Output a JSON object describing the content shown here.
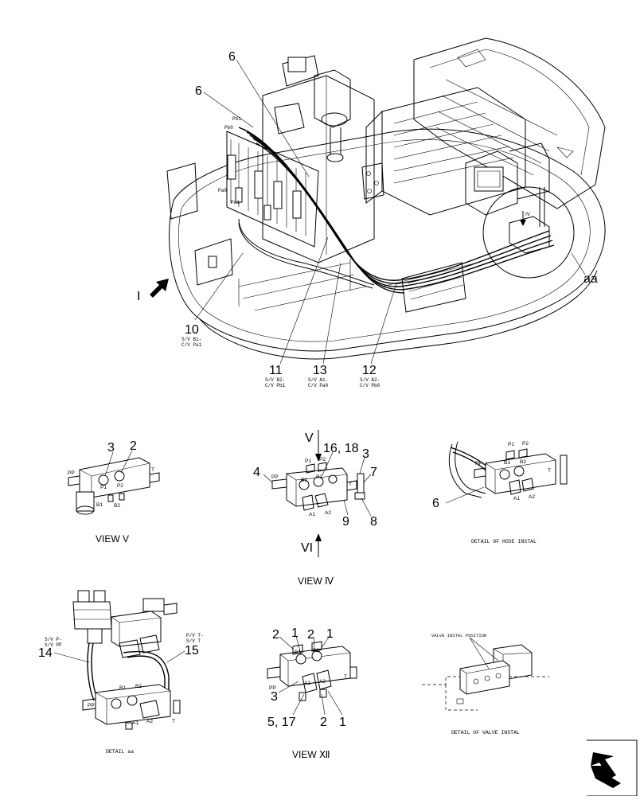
{
  "main": {
    "view_i_label": "I",
    "callout_aa": "aa",
    "callout_iv": "IV",
    "callouts": {
      "c6a": "6",
      "c6b": "6",
      "c10": "10",
      "c10_note1": "S/V B1-",
      "c10_note2": "C/V Pa1",
      "c11": "11",
      "c11_note1": "S/V B2-",
      "c11_note2": "C/V Pb1",
      "c13": "13",
      "c13_note1": "S/V A1-",
      "c13_note2": "C/V Pa0",
      "c12": "12",
      "c12_note1": "S/V A2-",
      "c12_note2": "C/V Pb0"
    },
    "ports": {
      "pb1": "Pb1",
      "pb0": "Pb0",
      "pa0": "Pa0",
      "pa1": "Pa1"
    }
  },
  "view_v": {
    "caption": "VIEW V",
    "c3": "3",
    "c2": "2",
    "ports": {
      "pp": "PP",
      "p1": "P1",
      "p2": "P2",
      "t": "T",
      "b1": "B1",
      "b2": "B2"
    }
  },
  "view_iv": {
    "caption": "VIEW Ⅳ",
    "arrow_v": "V",
    "arrow_vi": "VI",
    "c16_18": "16, 18",
    "c3": "3",
    "c4": "4",
    "c7": "7",
    "c9": "9",
    "c8": "8",
    "ports": {
      "pp": "PP",
      "p1": "P1",
      "p2": "P2",
      "b1": "B1",
      "b2": "B2",
      "a1": "A1",
      "a2": "A2",
      "t": "T"
    }
  },
  "detail_hose": {
    "caption": "DETAIL OF HOSE INSTAL",
    "c6": "6",
    "ports": {
      "pp": "PP",
      "p1": "P1",
      "p2": "P2",
      "b1": "B1",
      "b2": "B2",
      "a1": "A1",
      "a2": "A2",
      "t": "T"
    }
  },
  "detail_aa": {
    "caption": "DETAIL aa",
    "c14": "14",
    "c15": "15",
    "note_left1": "S/V P-",
    "note_left2": "S/V PP",
    "note_right1": "P/V T-",
    "note_right2": "S/V T",
    "ports": {
      "pp": "PP",
      "b1": "B1",
      "b2": "B2",
      "a1": "A1",
      "a2": "A2",
      "t": "T"
    }
  },
  "view_vi": {
    "caption": "VIEW Ⅻ",
    "c2a": "2",
    "c1a": "1",
    "c2b": "2",
    "c1b": "1",
    "c3": "3",
    "c5_17": "5, 17",
    "c2c": "2",
    "c1c": "1",
    "ports": {
      "pp": "PP",
      "b1": "B1",
      "b2": "B2",
      "a1": "A1",
      "a2": "A2",
      "t": "T"
    }
  },
  "detail_valve": {
    "caption": "DETAIL OF VALVE INSTAL",
    "position_label": "VALVE INSTAL POSITION"
  },
  "nav": {
    "icon": "next-page-arrow-icon"
  }
}
